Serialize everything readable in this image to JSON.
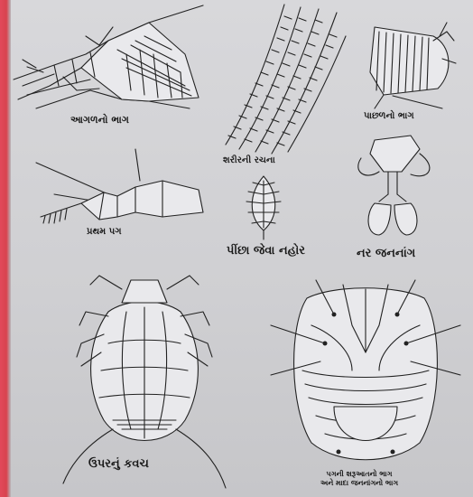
{
  "labels": {
    "front_part": "આગળનો ભાગ",
    "body_structure": "શરીરની રચના",
    "rear_part": "પાછળનો ભાગ",
    "first_leg": "પ્રથમ પગ",
    "feather_claws": "પીંછા જેવા નહોર",
    "male_genitalia": "નર જનનાંગ",
    "dorsal_shield": "ઉપરનું કવચ",
    "ventral_line1": "પગની શરૂઆતનો ભાગ",
    "ventral_line2": "અને માદા જનનાંગનો ભાગ"
  }
}
